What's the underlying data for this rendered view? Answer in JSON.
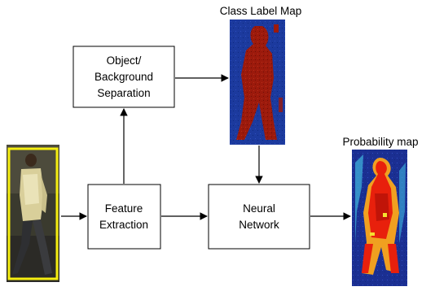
{
  "diagram": {
    "nodes": {
      "separation": [
        "Object/",
        "Background",
        "Separation"
      ],
      "feature": [
        "Feature",
        "Extraction"
      ],
      "neural": [
        "Neural",
        "Network"
      ]
    },
    "captions": {
      "class_map": "Class Label Map",
      "probability_map": "Probability map"
    }
  },
  "colors": {
    "box_stroke": "#000000",
    "arrow": "#000000",
    "input_frame": "#f5ee10",
    "map_background": "#1c3a9e",
    "map_foreground": "#9c1a0c",
    "prob_hot": "#e8200c",
    "prob_warm": "#f0a020",
    "prob_cool": "#40b8e0"
  },
  "images": [
    {
      "name": "input-pedestrian-image",
      "subject": "pedestrian crop with yellow bounding box"
    },
    {
      "name": "class-label-map-image",
      "subject": "binary object/background label map"
    },
    {
      "name": "probability-map-image",
      "subject": "heat-coloured probability map"
    }
  ]
}
